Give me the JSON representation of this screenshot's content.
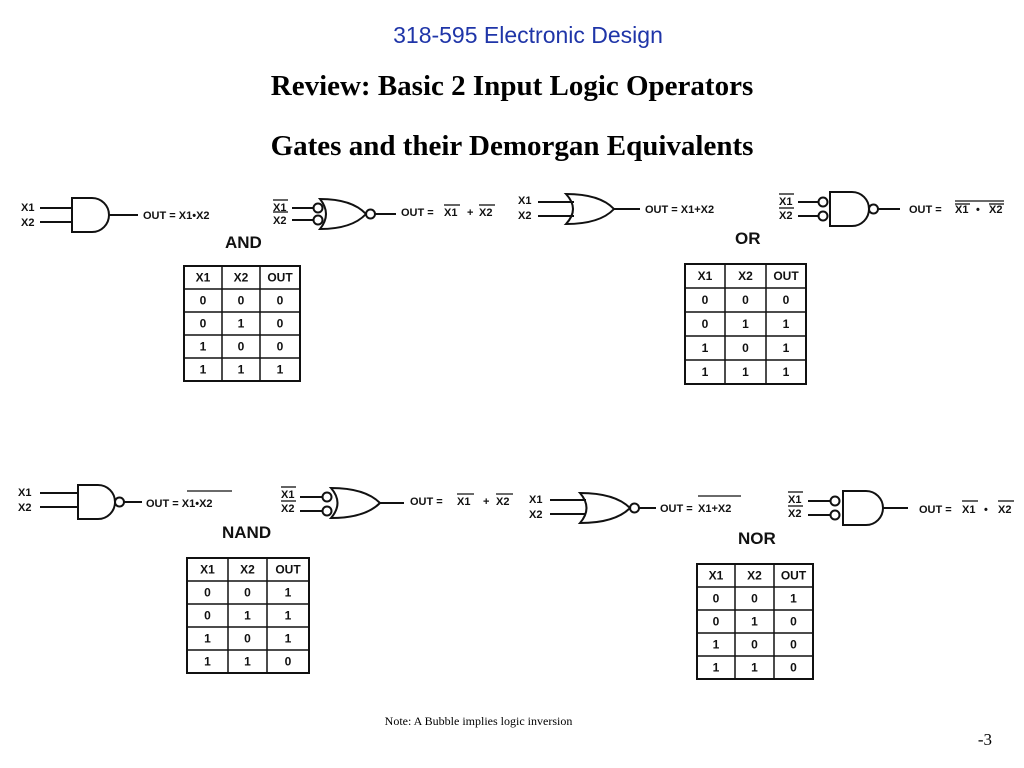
{
  "header": {
    "course": "318-595 Electronic Design",
    "title": "Review:  Basic 2 Input Logic Operators",
    "subtitle": "Gates and their Demorgan Equivalents"
  },
  "inputs": {
    "x1": "X1",
    "x2": "X2"
  },
  "panels": [
    {
      "name": "AND",
      "expr_prefix": "OUT = ",
      "expr": "X1•X2",
      "equiv_parts": [
        "OUT = ",
        "X1",
        "+",
        "X2"
      ],
      "table": {
        "headers": [
          "X1",
          "X2",
          "OUT"
        ],
        "rows": [
          [
            "0",
            "0",
            "0"
          ],
          [
            "0",
            "1",
            "0"
          ],
          [
            "1",
            "0",
            "0"
          ],
          [
            "1",
            "1",
            "1"
          ]
        ]
      }
    },
    {
      "name": "OR",
      "expr_prefix": "OUT = ",
      "expr": "X1+X2",
      "equiv_parts": [
        "OUT = ",
        "X1",
        "•",
        "X2"
      ],
      "table": {
        "headers": [
          "X1",
          "X2",
          "OUT"
        ],
        "rows": [
          [
            "0",
            "0",
            "0"
          ],
          [
            "0",
            "1",
            "1"
          ],
          [
            "1",
            "0",
            "1"
          ],
          [
            "1",
            "1",
            "1"
          ]
        ]
      }
    },
    {
      "name": "NAND",
      "expr_prefix": "OUT = ",
      "expr": "X1•X2",
      "equiv_parts": [
        "OUT = ",
        "X1",
        "+",
        "X2"
      ],
      "table": {
        "headers": [
          "X1",
          "X2",
          "OUT"
        ],
        "rows": [
          [
            "0",
            "0",
            "1"
          ],
          [
            "0",
            "1",
            "1"
          ],
          [
            "1",
            "0",
            "1"
          ],
          [
            "1",
            "1",
            "0"
          ]
        ]
      }
    },
    {
      "name": "NOR",
      "expr_prefix": "OUT = ",
      "expr": "X1+X2",
      "equiv_parts": [
        "OUT = ",
        "X1",
        "•",
        "X2"
      ],
      "table": {
        "headers": [
          "X1",
          "X2",
          "OUT"
        ],
        "rows": [
          [
            "0",
            "0",
            "1"
          ],
          [
            "0",
            "1",
            "0"
          ],
          [
            "1",
            "0",
            "0"
          ],
          [
            "1",
            "1",
            "0"
          ]
        ]
      }
    }
  ],
  "note": "Note:  A Bubble implies logic inversion",
  "page_number": "-3"
}
